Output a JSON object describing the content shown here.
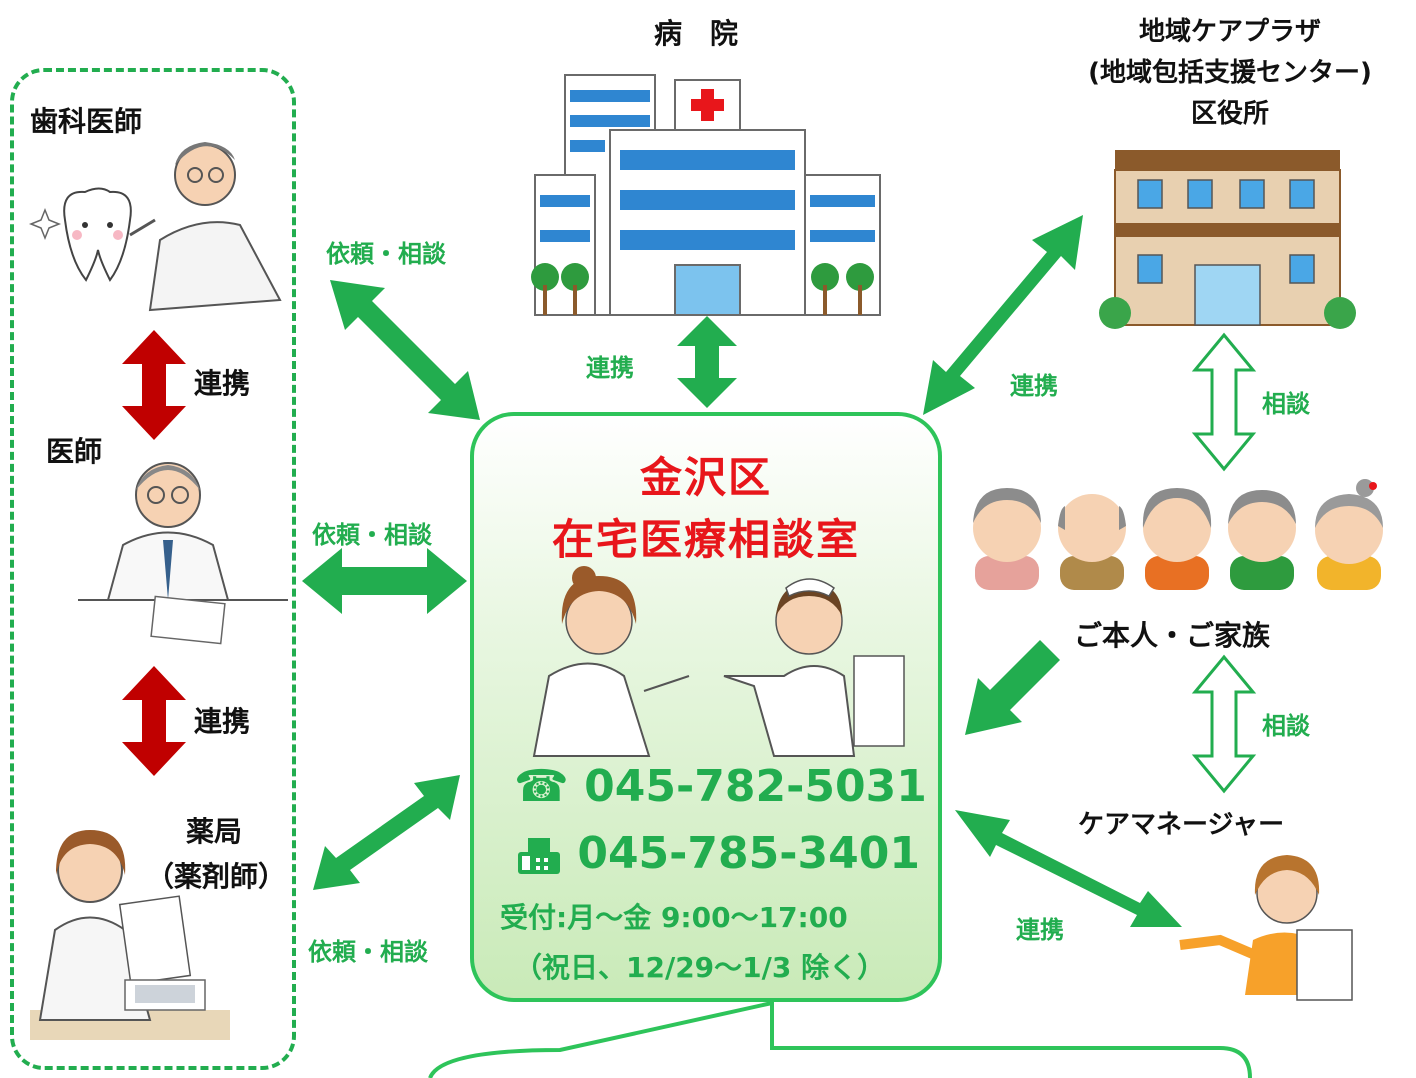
{
  "hospital": {
    "label": "病　院"
  },
  "plaza": {
    "line1": "地域ケアプラザ",
    "line2": "(地域包括支援センター)",
    "line3": "区役所"
  },
  "team": {
    "dentist": "歯科医師",
    "doctor": "医師",
    "pharmacy": "薬局",
    "pharmacist": "（薬剤師）"
  },
  "relations": {
    "renkei_dentist_doctor": "連携",
    "renkei_doctor_pharmacy": "連携",
    "request_dentist": "依頼・相談",
    "request_doctor": "依頼・相談",
    "request_pharmacy": "依頼・相談",
    "renkei_hospital": "連携",
    "renkei_plaza": "連携",
    "soudan_plaza": "相談",
    "soudan_caremanager": "相談",
    "renkei_caremanager": "連携"
  },
  "center": {
    "title1": "金沢区",
    "title2": "在宅医療相談室",
    "phone_icon": "☎",
    "phone": "045-782-5031",
    "fax_icon": "fax-icon",
    "fax": "045-785-3401",
    "hours": "受付:月～金 9:00～17:00",
    "closed": "（祝日、12/29～1/3 除く）"
  },
  "family": {
    "label": "ご本人・ご家族"
  },
  "caremanager": {
    "label": "ケアマネージャー"
  },
  "colors": {
    "green": "#22ad4f",
    "red_arrow": "#c00000",
    "title_red": "#e8161b"
  }
}
